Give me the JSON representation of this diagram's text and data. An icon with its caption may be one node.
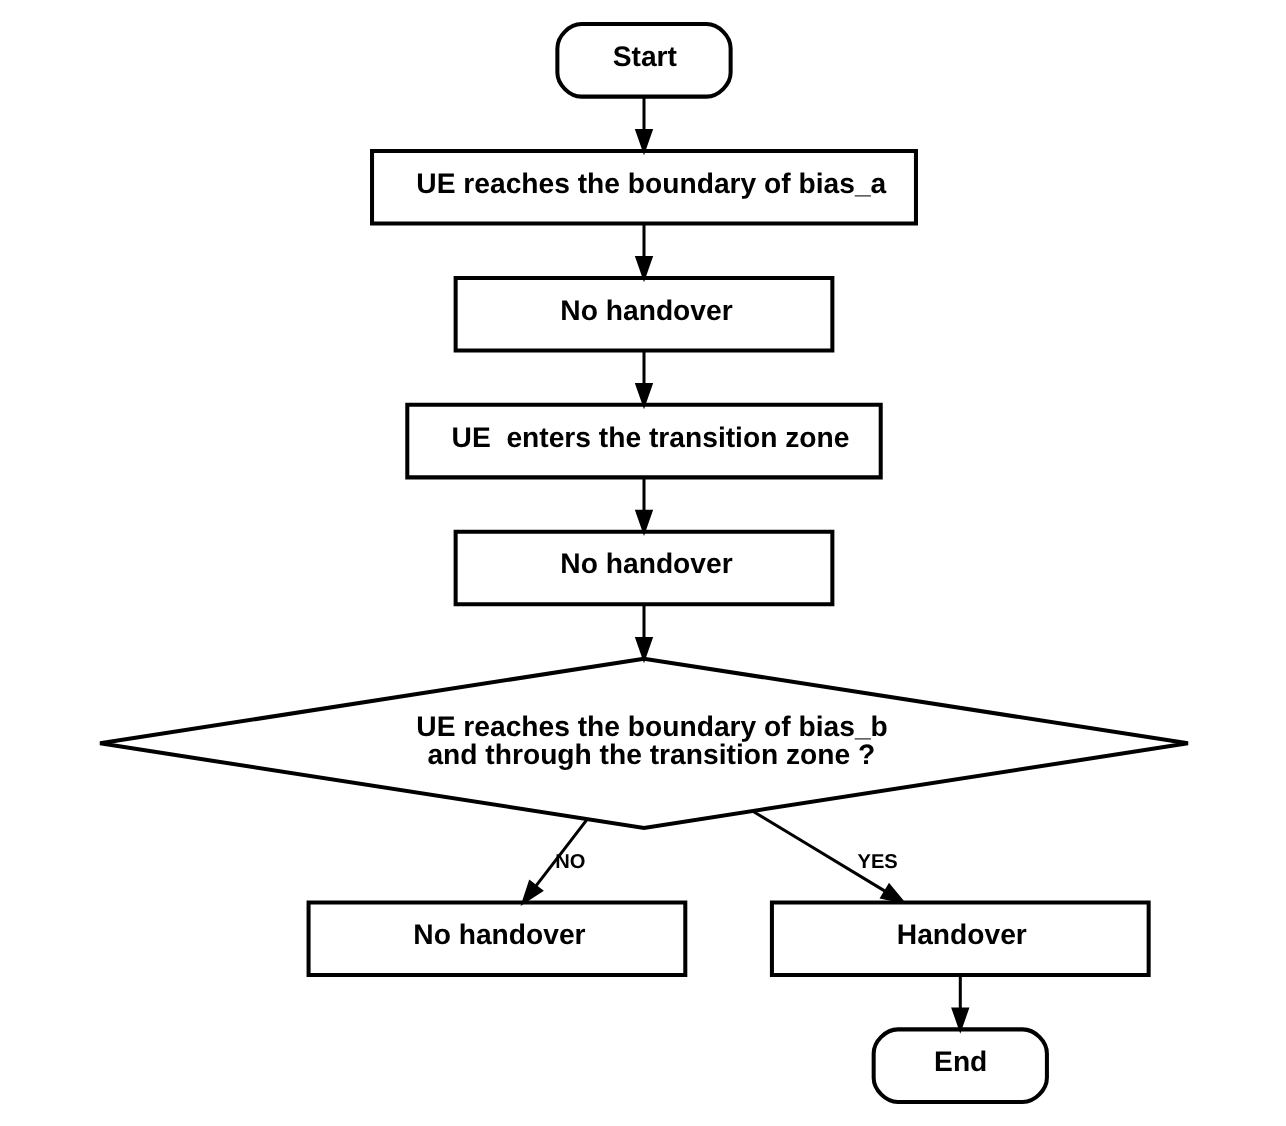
{
  "diagram": {
    "nodes": [
      {
        "text": [
          "Start"
        ]
      },
      {
        "text": [
          "UE reaches the boundary of bias_a"
        ]
      },
      {
        "text": [
          "No handover"
        ]
      },
      {
        "text": [
          "UE  enters the transition zone"
        ]
      },
      {
        "text": [
          "No handover"
        ]
      },
      {
        "text": [
          "UE reaches the boundary of bias_b and through the transition zone ?"
        ]
      },
      {
        "text": [
          "No handover"
        ]
      },
      {
        "text": [
          "Handover"
        ]
      },
      {
        "text": [
          "End"
        ]
      }
    ],
    "edges": [
      {
        "from": 0,
        "to": 1,
        "arrow": "to"
      },
      {
        "from": 1,
        "to": 2,
        "arrow": "to"
      },
      {
        "from": 2,
        "to": 3,
        "arrow": "to"
      },
      {
        "from": 3,
        "to": 4,
        "arrow": "to"
      },
      {
        "from": 4,
        "to": 5,
        "arrow": "to"
      },
      {
        "from": 5,
        "to": 6,
        "arrow": "to",
        "label": "NO"
      },
      {
        "from": 5,
        "to": 7,
        "arrow": "to",
        "label": "YES"
      },
      {
        "from": 7,
        "to": 8,
        "arrow": "to"
      }
    ]
  }
}
